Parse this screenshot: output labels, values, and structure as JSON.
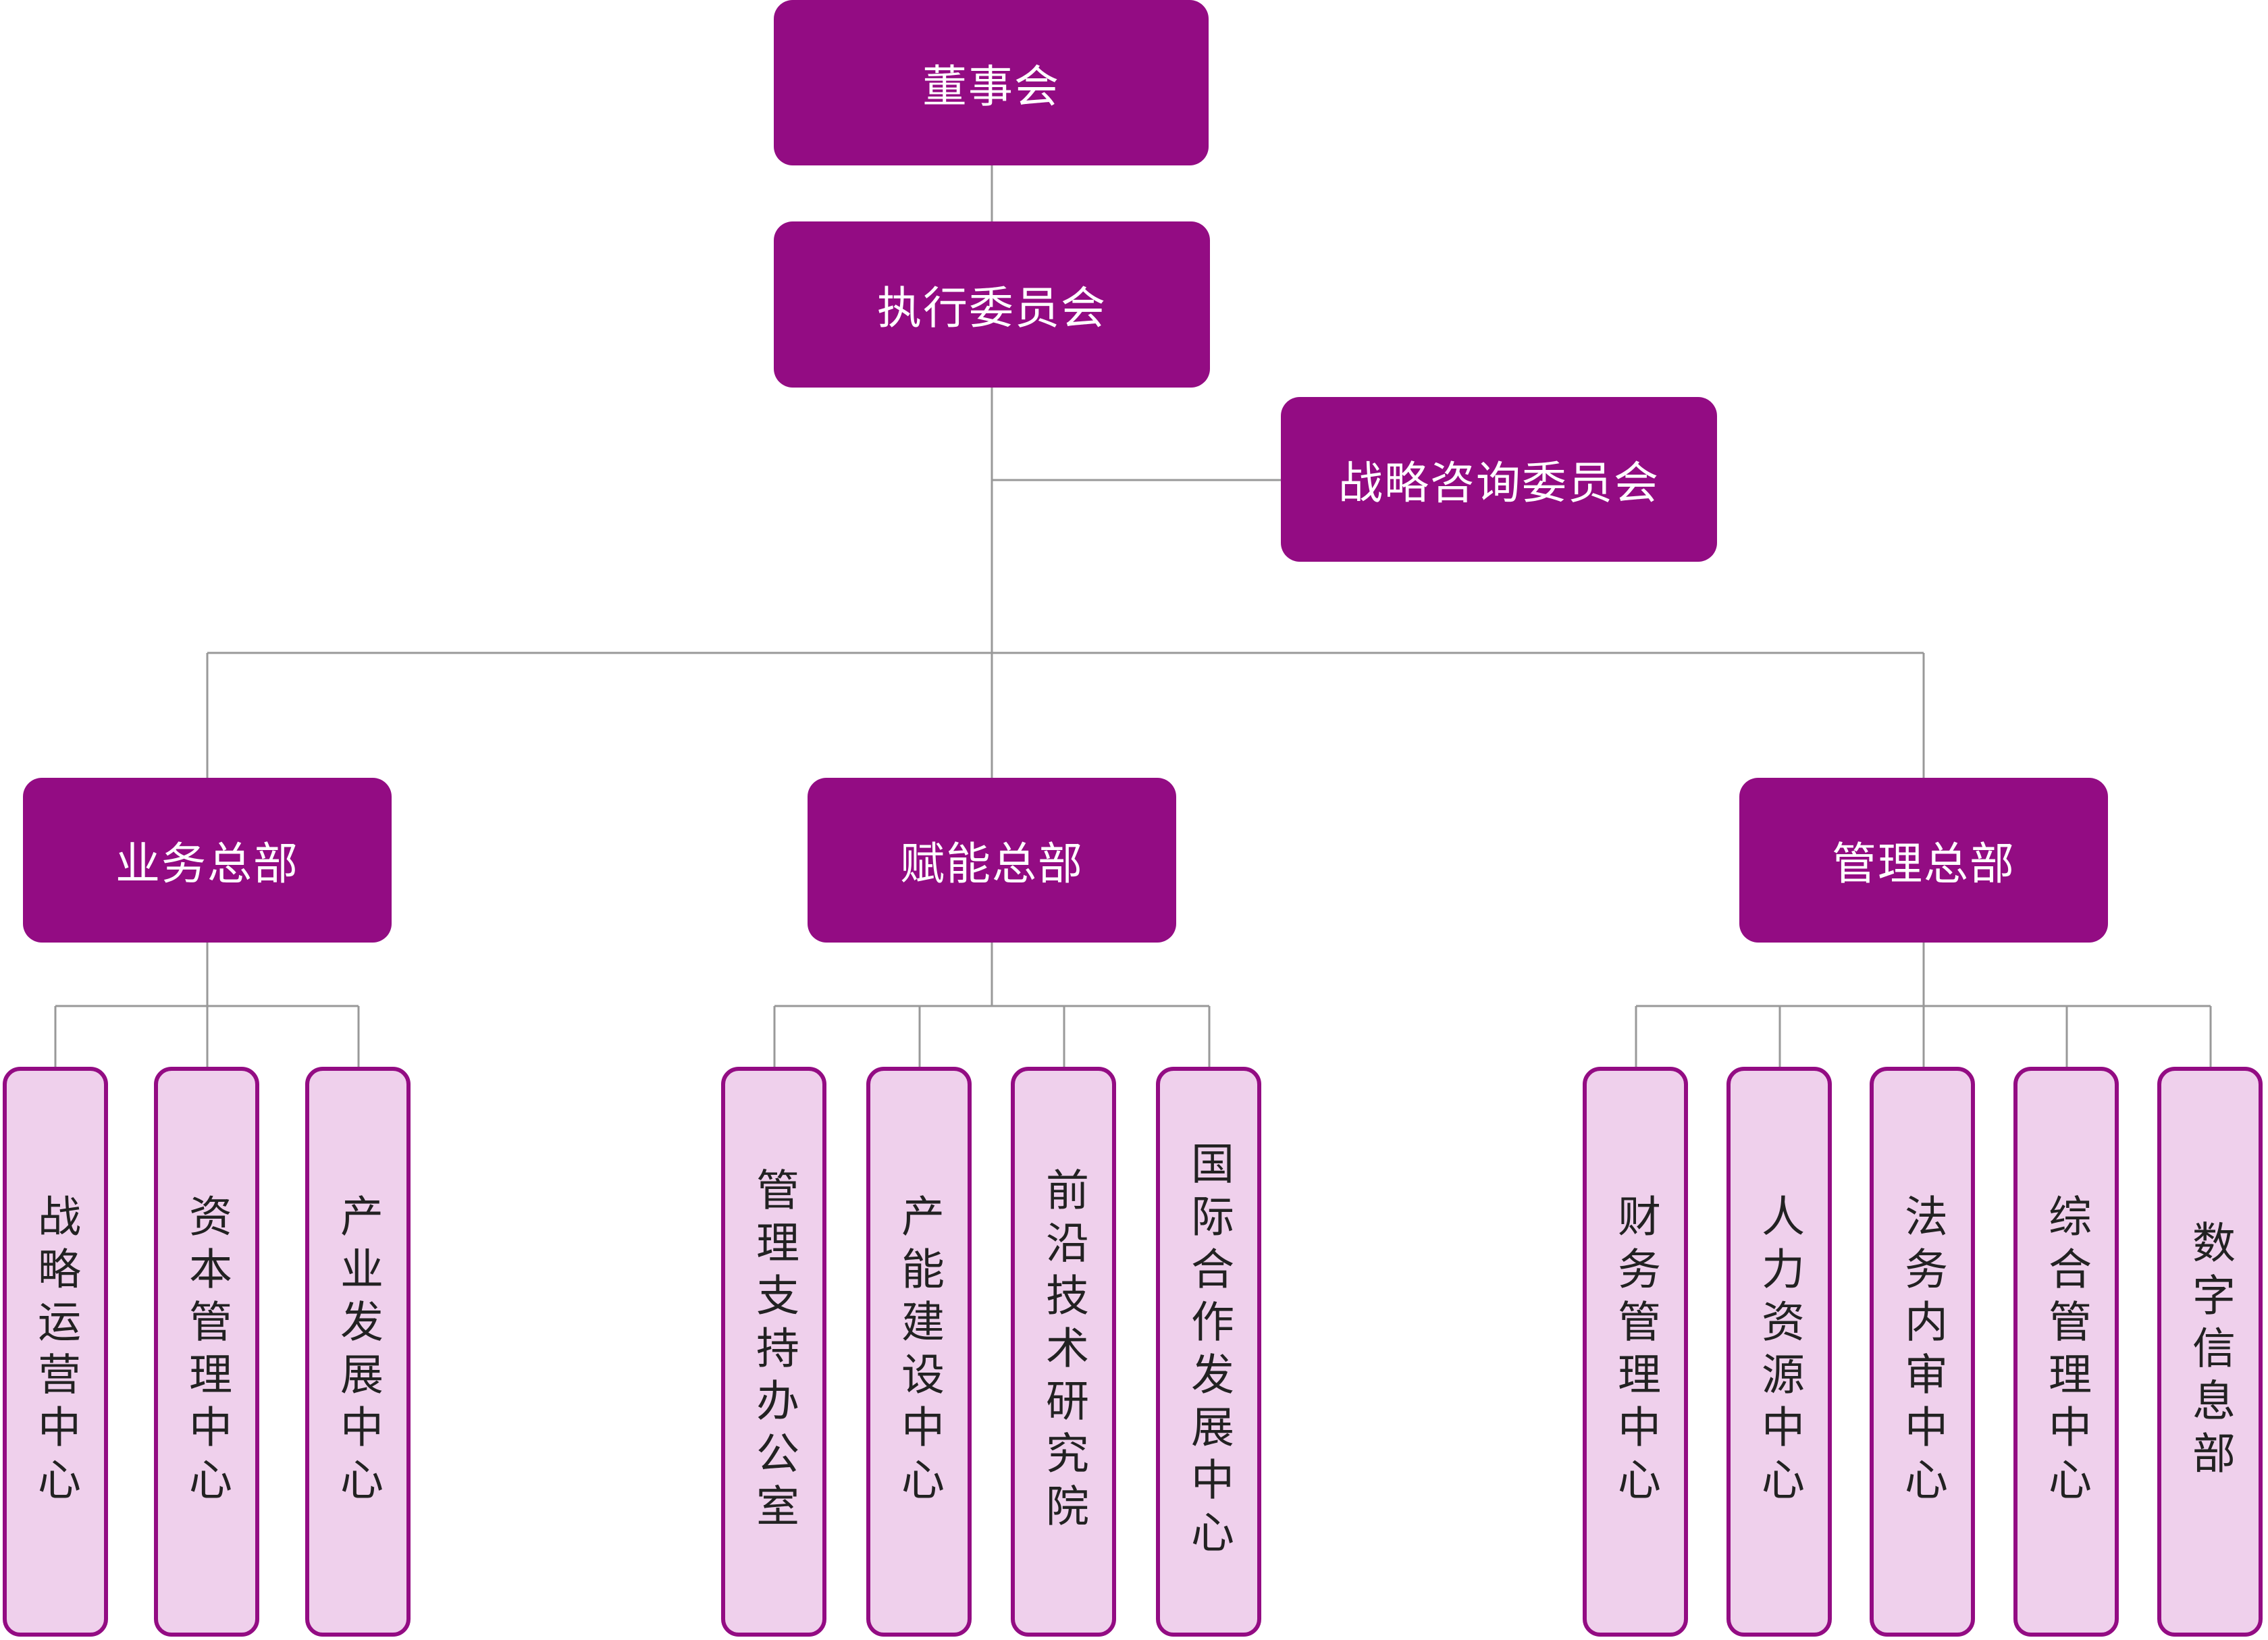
{
  "colors": {
    "box_fill": "#930c83",
    "leaf_fill": "#efd0ec",
    "leaf_border": "#930c83",
    "line": "#999999"
  },
  "board": "董事会",
  "executive": "执行委员会",
  "advisory": "战略咨询委员会",
  "divisions": [
    {
      "label": "业务总部",
      "units": [
        "战略运营中心",
        "资本管理中心",
        "产业发展中心"
      ]
    },
    {
      "label": "赋能总部",
      "units": [
        "管理支持办公室",
        "产能建设中心",
        "前沿技术研究院",
        "国际合作发展中心"
      ]
    },
    {
      "label": "管理总部",
      "units": [
        "财务管理中心",
        "人力资源中心",
        "法务内审中心",
        "综合管理中心",
        "数字信息部"
      ]
    }
  ]
}
